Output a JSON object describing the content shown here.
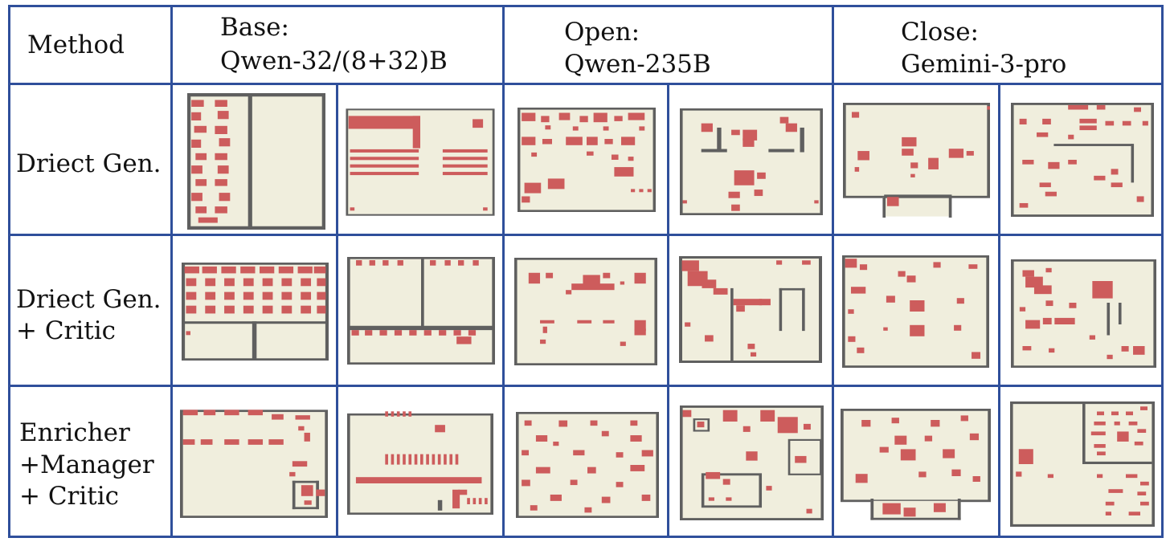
{
  "header": {
    "method_label": "Method",
    "columns": [
      {
        "line1": "Base:",
        "line2": "Qwen-32/(8+32)B"
      },
      {
        "line1": "Open:",
        "line2": "Qwen-235B"
      },
      {
        "line1": "Close:",
        "line2": "Gemini-3-pro"
      }
    ]
  },
  "rows": [
    {
      "label_lines": [
        "Driect Gen."
      ]
    },
    {
      "label_lines": [
        "Driect Gen.",
        "+ Critic"
      ]
    },
    {
      "label_lines": [
        "Enricher",
        "+Manager",
        "+ Critic"
      ]
    }
  ],
  "colors": {
    "grid_line": "#2f4f9b",
    "floor": "#f0eedd",
    "wall": "#5f5f5f",
    "furniture": "#cd5c5c"
  }
}
